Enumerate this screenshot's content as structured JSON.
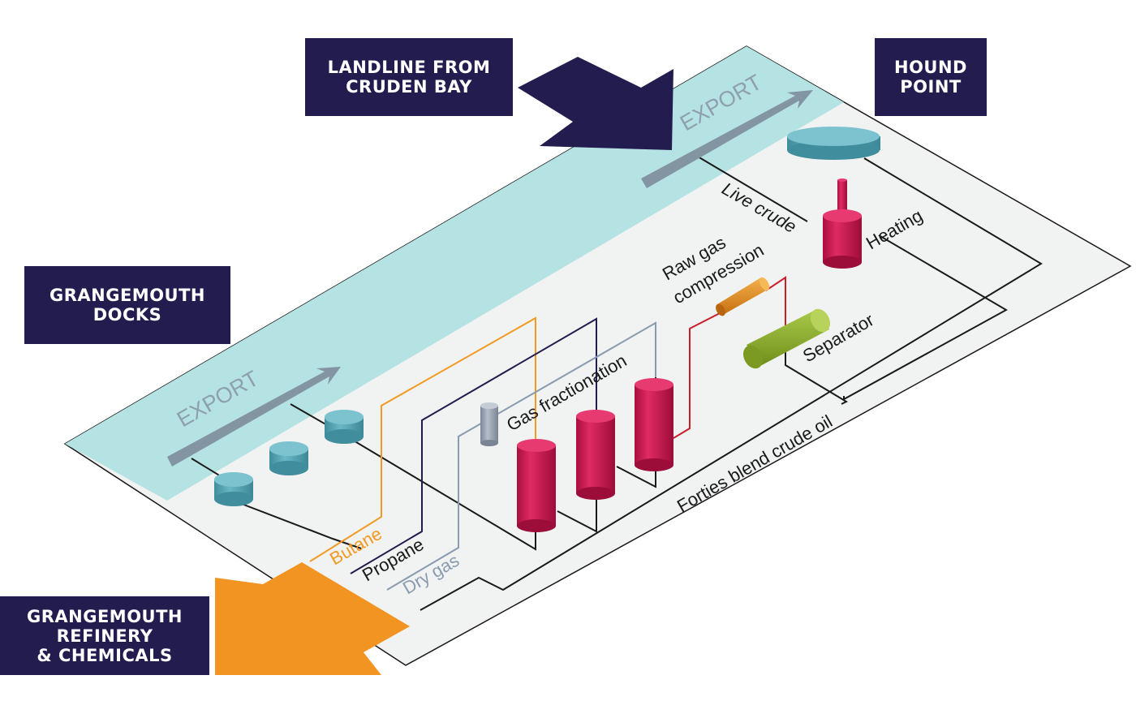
{
  "locations": {
    "landline": [
      "LANDLINE FROM",
      "CRUDEN BAY"
    ],
    "hound_point": [
      "HOUND",
      "POINT"
    ],
    "grangemouth_docks": [
      "GRANGEMOUTH",
      "DOCKS"
    ],
    "grangemouth_refinery": [
      "GRANGEMOUTH",
      "REFINERY",
      "& CHEMICALS"
    ]
  },
  "export_labels": {
    "top": "EXPORT",
    "left": "EXPORT"
  },
  "process_labels": {
    "live_crude": "Live crude",
    "heating": "Heating",
    "raw_gas_1": "Raw gas",
    "raw_gas_2": "compression",
    "separator": "Separator",
    "gas_fractionation": "Gas fractionation",
    "forties_blend": "Forties blend crude oil"
  },
  "product_lines": {
    "butane": "Butane",
    "propane": "Propane",
    "dry_gas": "Dry gas"
  },
  "colors": {
    "navy": "#231c4f",
    "teal_band": "#b3e2e3",
    "plate": "#f1f2f2",
    "tank": "#5aa7b6",
    "column": "#c8174f",
    "separator": "#8fb42c",
    "compressor": "#e8911f",
    "butane": "#f29a22",
    "propane": "#231c4f",
    "dry_gas": "#8a9bb0",
    "raw_gas": "#cc1f2d",
    "export_arrow": "#8395a3",
    "refinery_arrow": "#f29422"
  }
}
